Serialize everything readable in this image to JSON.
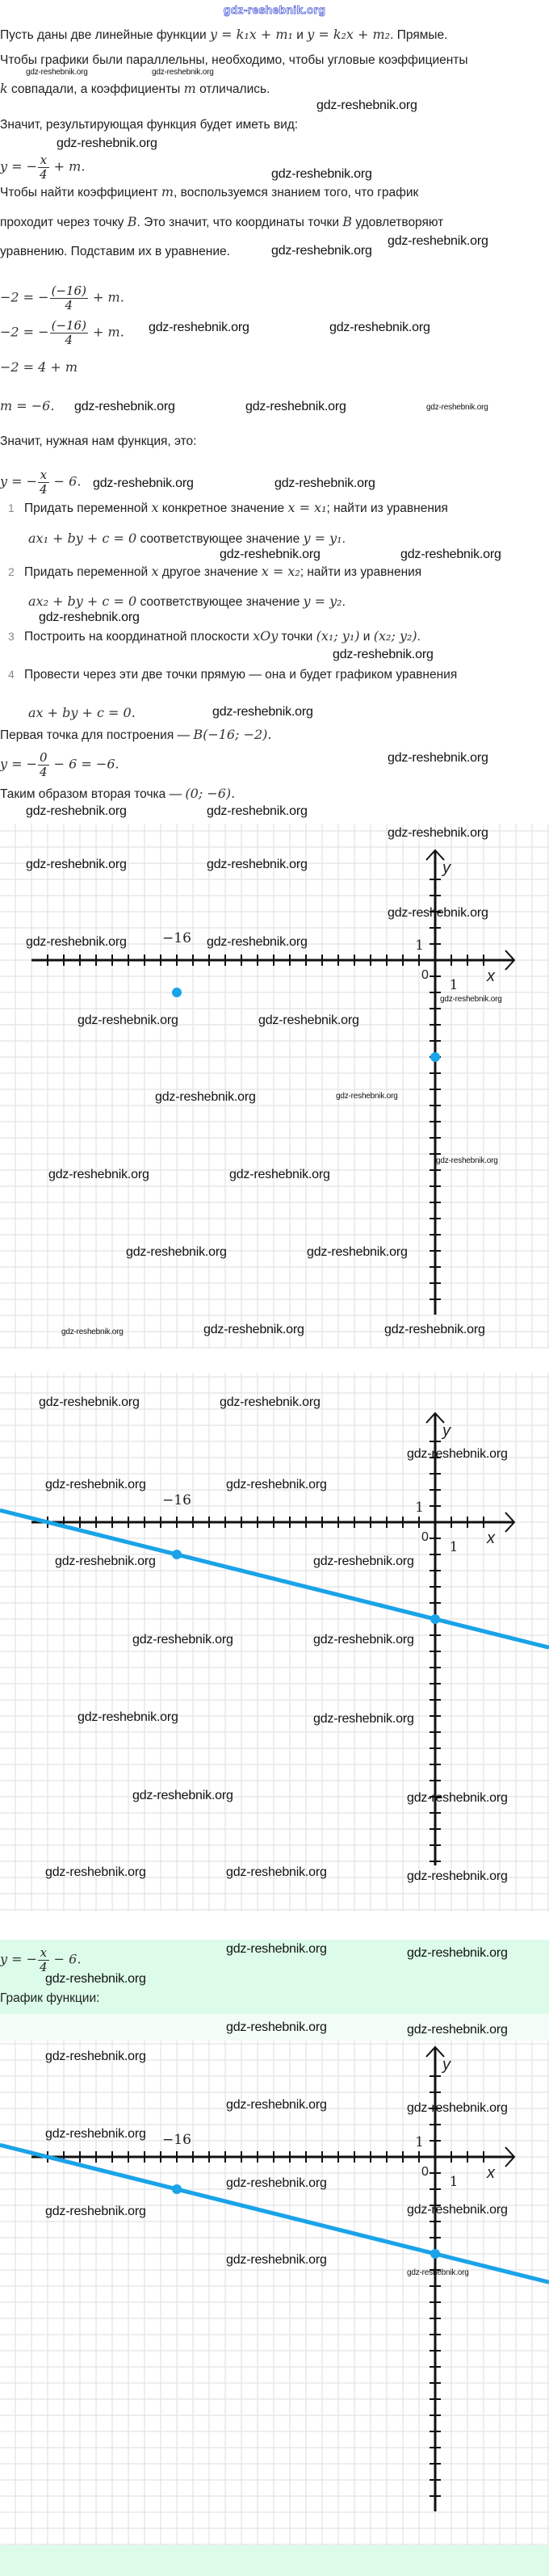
{
  "header_watermark": "gdz-reshebnik.org",
  "watermark": "gdz-reshebnik.org",
  "colors": {
    "accent": "#1aa3e8",
    "band": "#dcfce9",
    "grid": "#e4e4e4",
    "axis": "#111111"
  },
  "text": {
    "lines": [
      {
        "segs": [
          {
            "k": "t",
            "v": "Пусть даны две линейные функции "
          },
          {
            "k": "m",
            "v": "y = k₁x + m₁"
          },
          {
            "k": "t",
            "v": " и "
          },
          {
            "k": "m",
            "v": "y = k₂x + m₂"
          },
          {
            "k": "t",
            "v": ". Прямые."
          }
        ]
      },
      {
        "segs": [
          {
            "k": "t",
            "v": "Чтобы графики были параллельны, необходимо, чтобы угловые коэффициенты"
          }
        ]
      },
      {
        "segs": [
          {
            "k": "m",
            "v": "k"
          },
          {
            "k": "t",
            "v": " совпадали, а коэффициенты "
          },
          {
            "k": "m",
            "v": "m"
          },
          {
            "k": "t",
            "v": " отличались."
          }
        ]
      },
      {
        "segs": [
          {
            "k": "t",
            "v": "Значит, результирующая функция будет иметь вид:"
          }
        ]
      },
      {
        "segs": [
          {
            "k": "m",
            "v": "y = −"
          },
          {
            "k": "f",
            "n": "x",
            "d": "4"
          },
          {
            "k": "m",
            "v": " + m."
          }
        ]
      },
      {
        "segs": [
          {
            "k": "t",
            "v": "Чтобы найти коэффициент "
          },
          {
            "k": "m",
            "v": "m"
          },
          {
            "k": "t",
            "v": ", воспользуемся знанием того, что график"
          }
        ]
      },
      {
        "segs": [
          {
            "k": "t",
            "v": "проходит через точку "
          },
          {
            "k": "m",
            "v": "B"
          },
          {
            "k": "t",
            "v": ". Это значит, что координаты точки "
          },
          {
            "k": "m",
            "v": "B"
          },
          {
            "k": "t",
            "v": " удовлетворяют"
          }
        ]
      },
      {
        "segs": [
          {
            "k": "t",
            "v": "уравнению. Подставим их в уравнение."
          }
        ]
      },
      {
        "segs": [
          {
            "k": "m",
            "v": "−2 = −"
          },
          {
            "k": "f",
            "n": "(−16)",
            "d": "4"
          },
          {
            "k": "m",
            "v": " + m."
          }
        ]
      },
      {
        "segs": [
          {
            "k": "m",
            "v": "−2 = −"
          },
          {
            "k": "f",
            "n": "(−16)",
            "d": "4"
          },
          {
            "k": "m",
            "v": " + m."
          }
        ]
      },
      {
        "segs": [
          {
            "k": "m",
            "v": "−2 = 4 + m"
          }
        ]
      },
      {
        "segs": [
          {
            "k": "m",
            "v": "m = −6."
          }
        ]
      },
      {
        "segs": [
          {
            "k": "t",
            "v": "Значит, нужная нам функция, это:"
          }
        ]
      },
      {
        "segs": [
          {
            "k": "m",
            "v": "y = −"
          },
          {
            "k": "f",
            "n": "x",
            "d": "4"
          },
          {
            "k": "m",
            "v": " − 6."
          }
        ]
      },
      {
        "segs": [
          {
            "k": "n",
            "v": "1"
          },
          {
            "k": "t",
            "v": "Придать переменной "
          },
          {
            "k": "m",
            "v": "x"
          },
          {
            "k": "t",
            "v": " конкретное значение "
          },
          {
            "k": "m",
            "v": "x = x₁"
          },
          {
            "k": "t",
            "v": "; найти из уравнения"
          }
        ]
      },
      {
        "segs": [
          {
            "k": "m",
            "v": "ax₁ + by + c = 0"
          },
          {
            "k": "t",
            "v": " соответствующее значение "
          },
          {
            "k": "m",
            "v": "y = y₁"
          },
          {
            "k": "t",
            "v": "."
          }
        ]
      },
      {
        "segs": [
          {
            "k": "n",
            "v": "2"
          },
          {
            "k": "t",
            "v": "Придать переменной "
          },
          {
            "k": "m",
            "v": "x"
          },
          {
            "k": "t",
            "v": " другое значение "
          },
          {
            "k": "m",
            "v": "x = x₂"
          },
          {
            "k": "t",
            "v": "; найти из уравнения"
          }
        ]
      },
      {
        "segs": [
          {
            "k": "m",
            "v": "ax₂ + by + c = 0"
          },
          {
            "k": "t",
            "v": " соответствующее значение "
          },
          {
            "k": "m",
            "v": "y = y₂"
          },
          {
            "k": "t",
            "v": "."
          }
        ]
      },
      {
        "segs": [
          {
            "k": "n",
            "v": "3"
          },
          {
            "k": "t",
            "v": "Построить на координатной плоскости "
          },
          {
            "k": "m",
            "v": "xOy"
          },
          {
            "k": "t",
            "v": " точки "
          },
          {
            "k": "m",
            "v": "(x₁; y₁)"
          },
          {
            "k": "t",
            "v": " и "
          },
          {
            "k": "m",
            "v": "(x₂; y₂)"
          },
          {
            "k": "t",
            "v": "."
          }
        ]
      },
      {
        "segs": [
          {
            "k": "n",
            "v": "4"
          },
          {
            "k": "t",
            "v": "Провести через эти две точки прямую — она и будет графиком уравнения"
          }
        ]
      },
      {
        "segs": [
          {
            "k": "m",
            "v": "ax + by + c = 0."
          }
        ]
      },
      {
        "segs": [
          {
            "k": "t",
            "v": "Первая точка для построения — "
          },
          {
            "k": "m",
            "v": "B(−16; −2)."
          }
        ]
      },
      {
        "segs": [
          {
            "k": "m",
            "v": "y = −"
          },
          {
            "k": "f",
            "n": "0",
            "d": "4"
          },
          {
            "k": "m",
            "v": " − 6 = −6."
          }
        ]
      },
      {
        "segs": [
          {
            "k": "t",
            "v": "Таким образом вторая точка — "
          },
          {
            "k": "m",
            "v": "(0; −6)."
          }
        ]
      }
    ],
    "answer": [
      {
        "segs": [
          {
            "k": "m",
            "v": "y = −"
          },
          {
            "k": "f",
            "n": "x",
            "d": "4"
          },
          {
            "k": "m",
            "v": " − 6."
          }
        ]
      },
      {
        "segs": [
          {
            "k": "t",
            "v": "График функции:"
          }
        ]
      }
    ]
  },
  "chart_data": [
    {
      "type": "scatter",
      "title": "",
      "xlabel": "x",
      "ylabel": "y",
      "origin_label": "0",
      "x_unit_label": "1",
      "y_unit_label": "1",
      "marked_x_label": "−16",
      "xlim": [
        -24,
        3
      ],
      "ylim": [
        -21,
        6
      ],
      "grid": true,
      "points": [
        {
          "x": -16,
          "y": -2
        },
        {
          "x": 0,
          "y": -6
        }
      ],
      "line": null
    },
    {
      "type": "line",
      "title": "",
      "xlabel": "x",
      "ylabel": "y",
      "origin_label": "0",
      "x_unit_label": "1",
      "y_unit_label": "1",
      "marked_x_label": "−16",
      "xlim": [
        -24,
        3
      ],
      "ylim": [
        -21,
        6
      ],
      "grid": true,
      "points": [
        {
          "x": -16,
          "y": -2
        },
        {
          "x": 0,
          "y": -6
        }
      ],
      "line": {
        "slope": -0.25,
        "intercept": -6
      }
    },
    {
      "type": "line",
      "title": "",
      "xlabel": "x",
      "ylabel": "y",
      "origin_label": "0",
      "x_unit_label": "1",
      "y_unit_label": "1",
      "marked_x_label": "−16",
      "xlim": [
        -24,
        3
      ],
      "ylim": [
        -22,
        6
      ],
      "grid": true,
      "points": [
        {
          "x": -16,
          "y": -2
        },
        {
          "x": 0,
          "y": -6
        }
      ],
      "line": {
        "slope": -0.25,
        "intercept": -6
      }
    }
  ]
}
